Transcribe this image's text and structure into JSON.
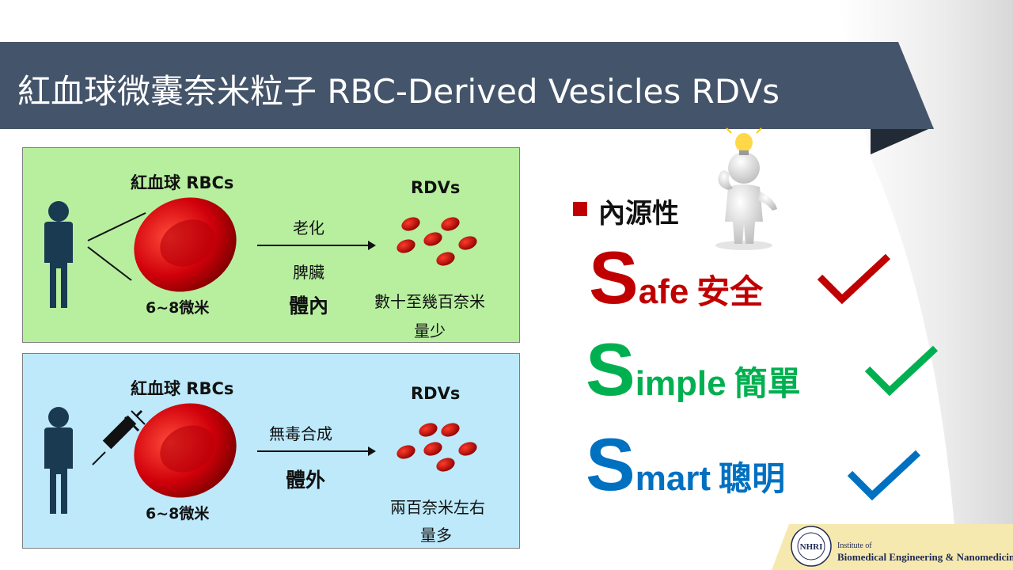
{
  "slide": {
    "title": "紅血球微囊奈米粒子 RBC-Derived Vesicles RDVs"
  },
  "panel_top": {
    "rbc_label": "紅血球 RBCs",
    "rbc_size": "6~8微米",
    "arrow_top": "老化",
    "arrow_bottom1": "脾臟",
    "arrow_bottom2": "體內",
    "rdv_label": "RDVs",
    "rdv_size": "數十至幾百奈米",
    "rdv_amount": "量少"
  },
  "panel_bottom": {
    "rbc_label": "紅血球 RBCs",
    "rbc_size": "6~8微米",
    "arrow_top": "無毒合成",
    "arrow_bottom": "體外",
    "rdv_label": "RDVs",
    "rdv_size": "兩百奈米左右",
    "rdv_amount": "量多"
  },
  "bullet": {
    "text": "內源性"
  },
  "features": [
    {
      "letter": "S",
      "rest": "afe",
      "zh": "安全",
      "color": "#c00000",
      "check_color": "#c00000"
    },
    {
      "letter": "S",
      "rest": "imple",
      "zh": "簡單",
      "color": "#00b050",
      "check_color": "#00b050"
    },
    {
      "letter": "S",
      "rest": "mart",
      "zh": "聰明",
      "color": "#0070c0",
      "check_color": "#0070c0"
    }
  ],
  "footer": {
    "line1": "Institute of",
    "line2": "Biomedical Engineering & Nanomedicine",
    "logo_text": "NHRI"
  },
  "colors": {
    "banner": "#44546a",
    "green_panel": "#b7ef9f",
    "blue_panel": "#bde9fb",
    "person": "#1a3a52",
    "rbc": "#c00000"
  }
}
